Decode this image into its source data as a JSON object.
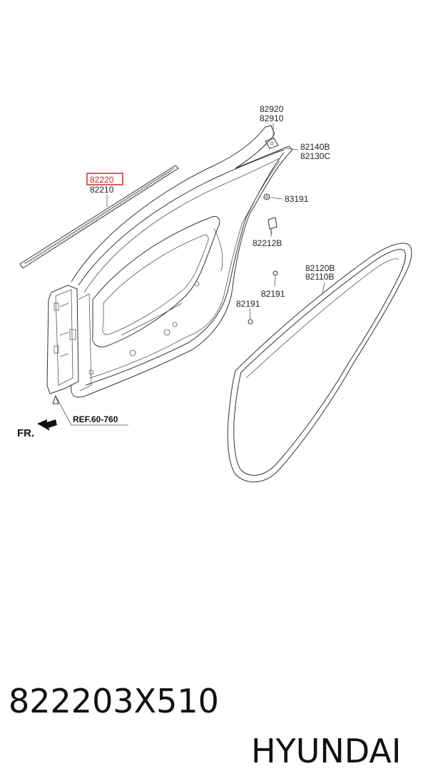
{
  "diagram": {
    "labels": {
      "p82920": "82920",
      "p82910": "82910",
      "p82140B": "82140B",
      "p82130C": "82130C",
      "p82220": "82220",
      "p82210": "82210",
      "p83191": "83191",
      "p82212B": "82212B",
      "p82120B": "82120B",
      "p82110B": "82110B",
      "p82191a": "82191",
      "p82191b": "82191",
      "ref": "REF.60-760",
      "front": "FR."
    },
    "highlight_color": "#d42b2b"
  },
  "caption": {
    "part_number": "822203X510",
    "brand": "HYUNDAI"
  }
}
